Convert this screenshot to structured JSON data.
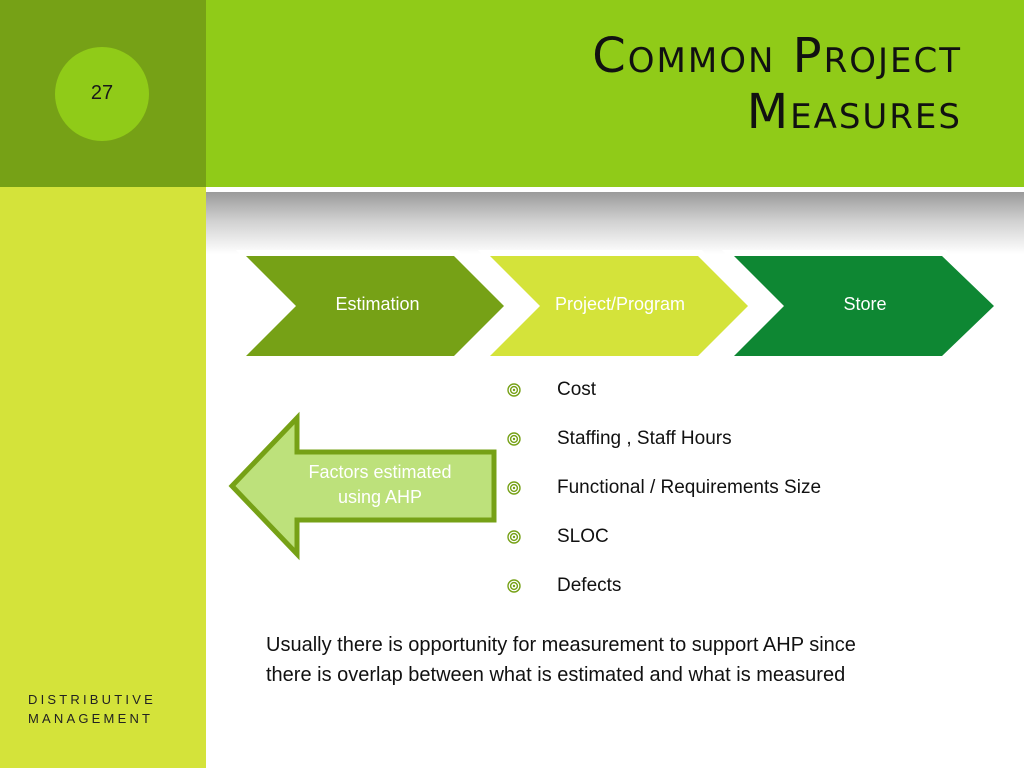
{
  "slide": {
    "number": "27",
    "title_line1": "Common Project",
    "title_line2": "Measures",
    "footer_line1": "DISTRIBUTIVE",
    "footer_line2": "MANAGEMENT"
  },
  "process": {
    "steps": [
      {
        "label": "Estimation",
        "color": "#76a116"
      },
      {
        "label": "Project/Program",
        "color": "#d4e33a"
      },
      {
        "label": "Store",
        "color": "#0e8733"
      }
    ]
  },
  "callout": {
    "line1": "Factors estimated",
    "line2": "using AHP",
    "fill": "#bde17b",
    "border": "#76a116"
  },
  "bullets": {
    "icon": "concentric-circle-bullet-icon",
    "items": [
      "Cost",
      "Staffing , Staff Hours",
      "Functional / Requirements Size",
      "SLOC",
      "Defects"
    ]
  },
  "note": {
    "line1": "Usually there is opportunity for measurement to support AHP since",
    "line2": "there is overlap between what is estimated and what is measured"
  },
  "colors": {
    "dark_green": "#76a116",
    "bright_green": "#90cb18",
    "lime": "#d4e33a",
    "forest_green": "#0e8733"
  }
}
